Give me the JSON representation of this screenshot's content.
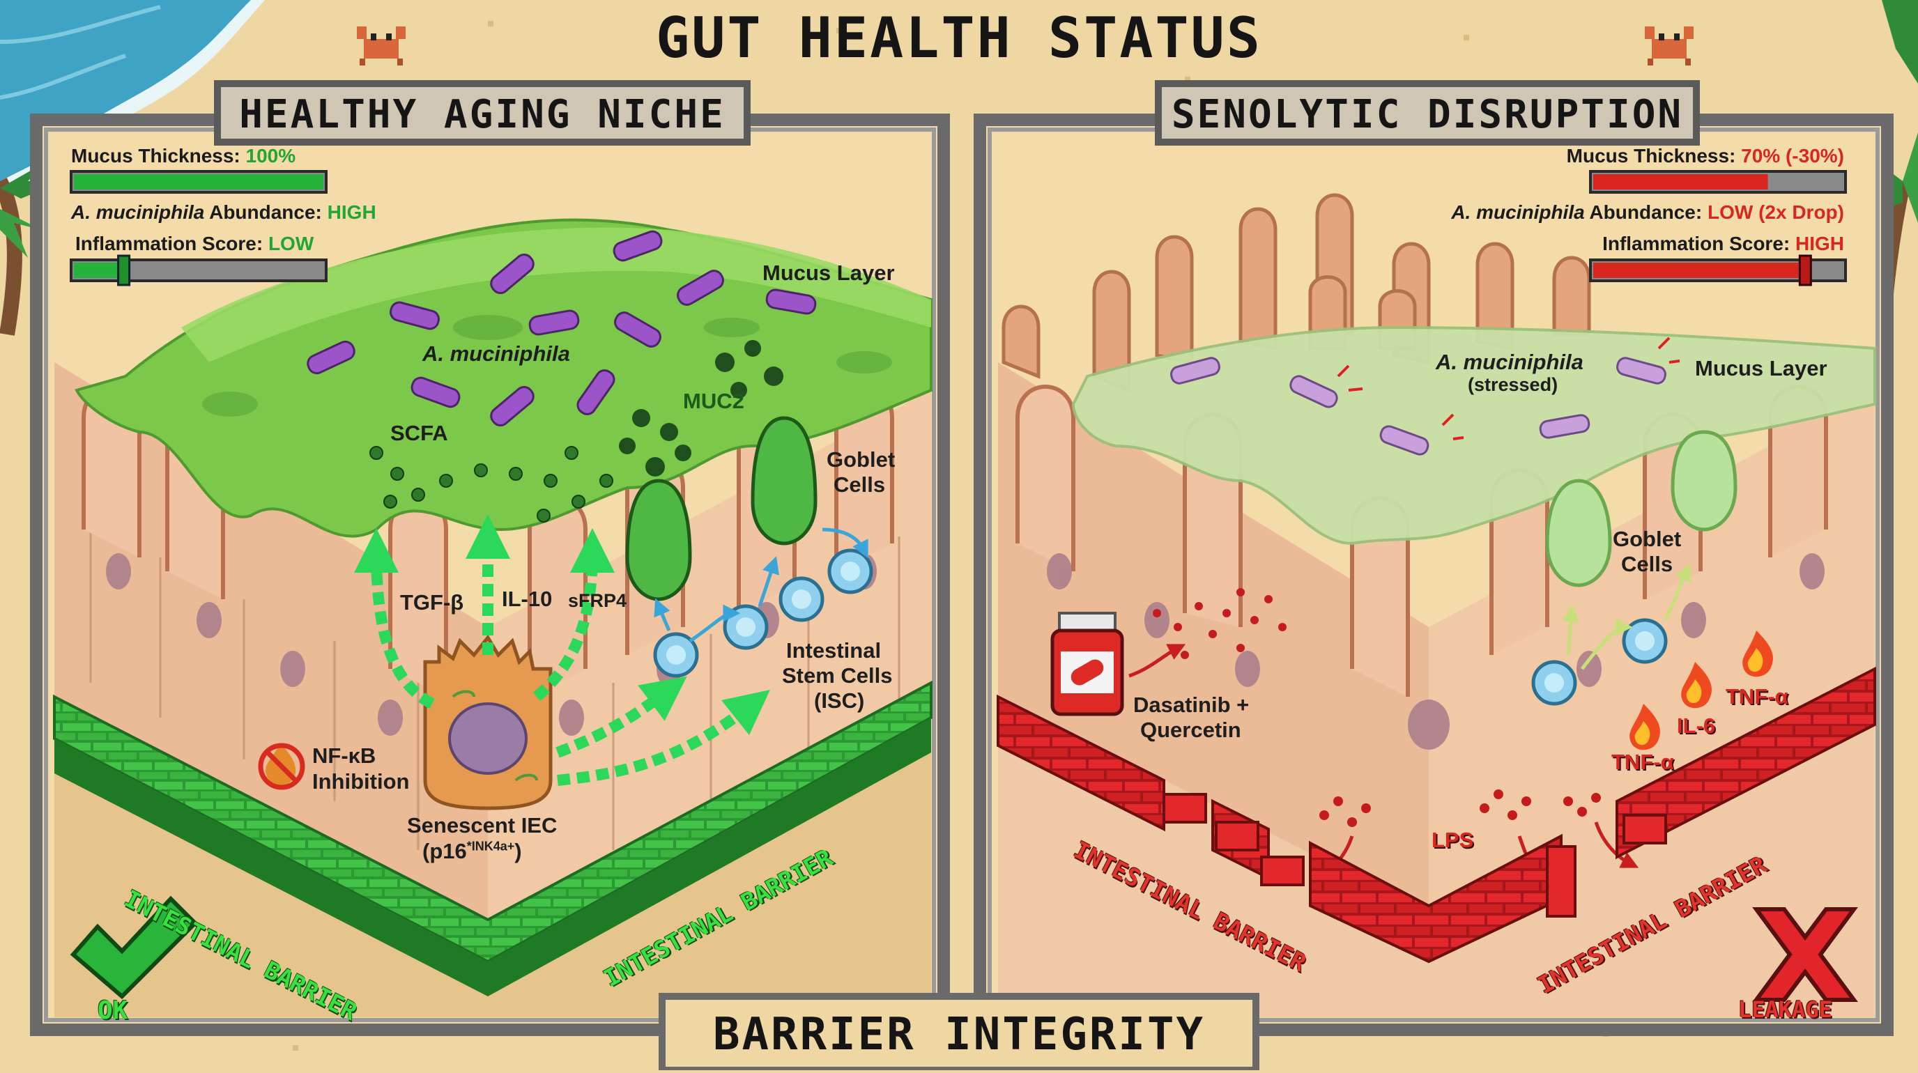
{
  "header": {
    "title": "GUT HEALTH STATUS"
  },
  "footer": {
    "title": "BARRIER INTEGRITY"
  },
  "left": {
    "panel_title": "HEALTHY AGING NICHE",
    "hud": {
      "mucus_label": "Mucus Thickness: ",
      "mucus_value": "100%",
      "mucus_level": 1.0,
      "akk_species": "A. muciniphila",
      "akk_suffix": " Abundance: ",
      "akk_value": "HIGH",
      "infl_label": "Inflammation Score: ",
      "infl_value": "LOW",
      "infl_level": 0.2
    },
    "labels": {
      "mucus_layer": "Mucus Layer",
      "akk": "A. muciniphila",
      "scfa": "SCFA",
      "muc2": "MUC2",
      "goblet_1": "Goblet",
      "goblet_2": "Cells",
      "tgfb": "TGF-β",
      "il10": "IL-10",
      "sfrp4": "sFRP4",
      "isc_1": "Intestinal",
      "isc_2": "Stem Cells",
      "isc_3": "(ISC)",
      "nfkb_1": "NF-κB",
      "nfkb_2": "Inhibition",
      "sen_1": "Senescent IEC",
      "sen_2a": "(p16",
      "sen_2sup": "*INK4a+",
      "sen_2b": ")"
    },
    "barrier_text_1": "INTESTINAL BARRIER",
    "barrier_text_2": "INTESTINAL BARRIER",
    "status_label": "OK",
    "status_icon": "check-icon"
  },
  "right": {
    "panel_title": "SENOLYTIC DISRUPTION",
    "hud": {
      "mucus_label": "Mucus Thickness: ",
      "mucus_value": "70% (-30%)",
      "mucus_level": 0.7,
      "akk_species": "A. muciniphila",
      "akk_suffix": " Abundance: ",
      "akk_value": "LOW (2x Drop)",
      "infl_label": "Inflammation Score: ",
      "infl_value": "HIGH",
      "infl_level": 0.85
    },
    "labels": {
      "mucus_layer": "Mucus Layer",
      "akk_1": "A. muciniphila",
      "akk_2": "(stressed)",
      "goblet_1": "Goblet",
      "goblet_2": "Cells",
      "drug_1": "Dasatinib +",
      "drug_2": "Quercetin",
      "tnf_1": "TNF-α",
      "il6": "IL-6",
      "tnf_2": "TNF-α",
      "lps": "LPS"
    },
    "barrier_text_1": "INTESTINAL BARRIER",
    "barrier_text_2": "INTESTINAL BARRIER",
    "status_label": "LEAKAGE",
    "status_icon": "x-icon"
  },
  "colors": {
    "sand": "#efd7a3",
    "frame": "#6f6f6f",
    "healthy_green": "#2fa632",
    "mucus_green": "#7fcf4a",
    "danger_red": "#d9271f",
    "tissue": "#f0c4a2",
    "stem_cell": "#8fd0ee",
    "bacteria": "#9b55c9",
    "ocean": "#4fb0d0"
  }
}
